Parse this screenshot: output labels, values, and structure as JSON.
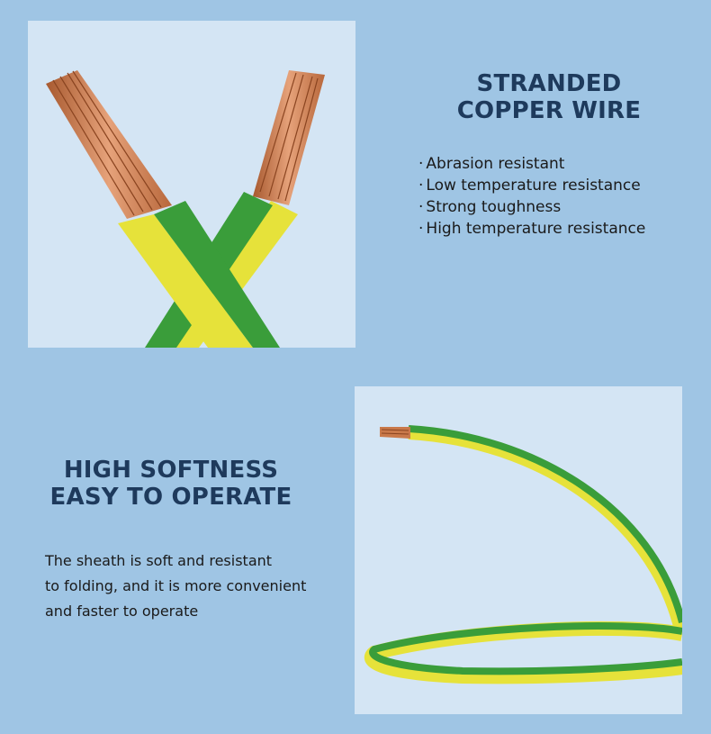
{
  "section_top": {
    "heading_line1": "STRANDED",
    "heading_line2": "COPPER WIRE",
    "features": [
      "Abrasion resistant",
      "Low temperature resistance",
      "Strong toughness",
      "High temperature resistance"
    ],
    "bullet": "·"
  },
  "section_bottom": {
    "heading_line1": "HIGH SOFTNESS",
    "heading_line2": "EASY TO OPERATE",
    "description_lines": [
      "The sheath is soft and resistant",
      "to folding, and it is more convenient",
      "and faster to operate"
    ]
  },
  "colors": {
    "background": "#9fc5e4",
    "panel": "#d4e5f4",
    "heading": "#1e3a5c",
    "sheath_green": "#3a9d3a",
    "sheath_yellow": "#e6e23a",
    "copper": "#c9794a"
  },
  "images": {
    "top": "crossed-stranded-copper-wires-photo",
    "bottom": "coiled-flexible-wire-photo"
  }
}
